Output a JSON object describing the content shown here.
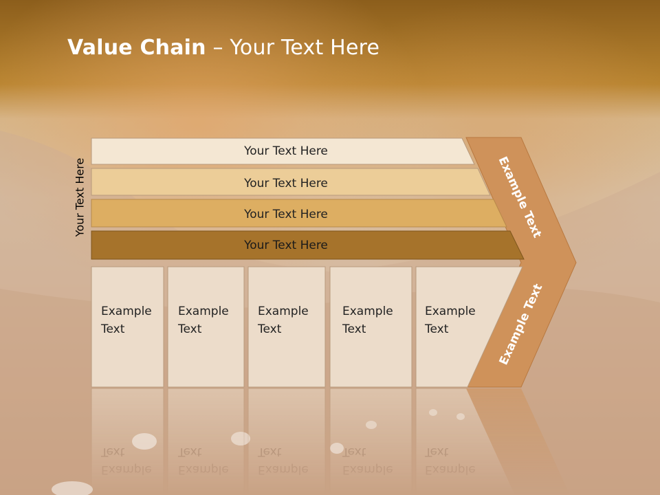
{
  "slide": {
    "title_bold": "Value Chain",
    "title_rest": " – Your Text Here"
  },
  "side_label": "Your Text Here",
  "bars": [
    {
      "label": "Your Text Here",
      "color": "#f4e7d3"
    },
    {
      "label": "Your Text Here",
      "color": "#eccd98"
    },
    {
      "label": "Your Text Here",
      "color": "#ddae62"
    },
    {
      "label": "Your Text Here",
      "color": "#a6732b"
    }
  ],
  "boxes": [
    {
      "line1": "Example",
      "line2": "Text"
    },
    {
      "line1": "Example",
      "line2": "Text"
    },
    {
      "line1": "Example",
      "line2": "Text"
    },
    {
      "line1": "Example",
      "line2": "Text"
    },
    {
      "line1": "Example",
      "line2": "Text"
    }
  ],
  "chevron": {
    "top_label": "Example Text",
    "bottom_label": "Example Text",
    "color": "#cf925a"
  },
  "colors": {
    "header": "#a87420",
    "box_fill": "#ecdcca",
    "box_stroke": "#b89a7c"
  }
}
